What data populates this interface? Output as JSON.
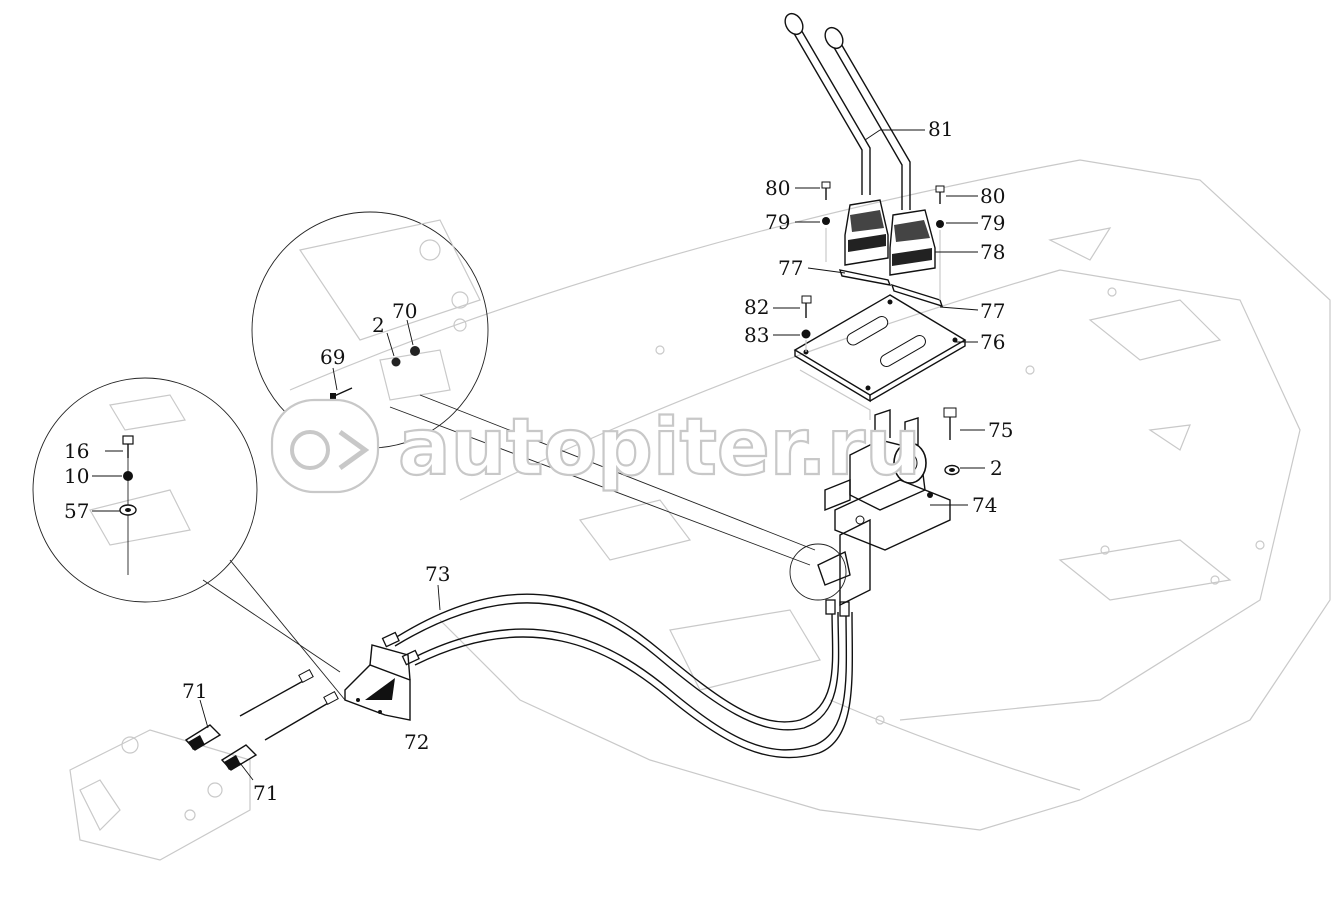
{
  "watermark": {
    "text": "autopiter.ru"
  },
  "callouts": {
    "p81": "81",
    "p80l": "80",
    "p80r": "80",
    "p79l": "79",
    "p79r": "79",
    "p78": "78",
    "p77l": "77",
    "p77r": "77",
    "p82": "82",
    "p83": "83",
    "p76": "76",
    "p75": "75",
    "p2r": "2",
    "p74": "74",
    "p73": "73",
    "p72": "72",
    "p71a": "71",
    "p71b": "71",
    "p70": "70",
    "p2l": "2",
    "p69": "69",
    "p16": "16",
    "p10": "10",
    "p57": "57"
  }
}
